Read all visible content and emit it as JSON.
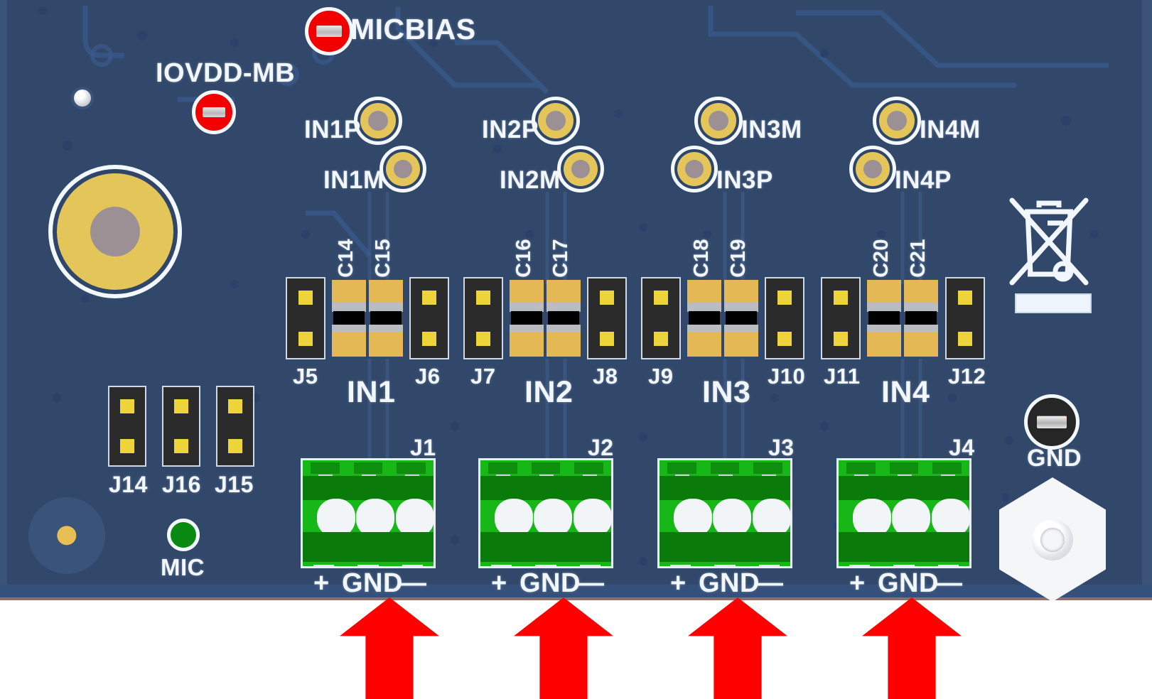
{
  "board": {
    "name": "audio-input-pcb",
    "background_color": "#31486b",
    "silkscreen_color": "#f2f7ff"
  },
  "jumpers_top": [
    {
      "name": "MICBIAS",
      "label": "MICBIAS",
      "state": "installed",
      "color": "#f20000"
    },
    {
      "name": "IOVDD-MB",
      "label": "IOVDD-MB",
      "state": "installed",
      "color": "#f20000"
    }
  ],
  "test_points": [
    {
      "label": "IN1P",
      "side": "left"
    },
    {
      "label": "IN1M",
      "side": "left"
    },
    {
      "label": "IN2P",
      "side": "left"
    },
    {
      "label": "IN2M",
      "side": "left"
    },
    {
      "label": "IN3M",
      "side": "right"
    },
    {
      "label": "IN3P",
      "side": "right"
    },
    {
      "label": "IN4M",
      "side": "right"
    },
    {
      "label": "IN4P",
      "side": "right"
    }
  ],
  "channels": [
    {
      "name": "IN1",
      "label": "IN1",
      "header_left": "J5",
      "header_right": "J6",
      "caps": [
        "C14",
        "C15"
      ],
      "terminal": "J1"
    },
    {
      "name": "IN2",
      "label": "IN2",
      "header_left": "J7",
      "header_right": "J8",
      "caps": [
        "C16",
        "C17"
      ],
      "terminal": "J2"
    },
    {
      "name": "IN3",
      "label": "IN3",
      "header_left": "J9",
      "header_right": "J10",
      "caps": [
        "C18",
        "C19"
      ],
      "terminal": "J3"
    },
    {
      "name": "IN4",
      "label": "IN4",
      "header_left": "J11",
      "header_right": "J12",
      "caps": [
        "C20",
        "C21"
      ],
      "terminal": "J4"
    }
  ],
  "terminal_pin_labels": {
    "positive": "+",
    "ground": "GND",
    "negative": "—"
  },
  "left_headers": [
    {
      "label": "J14"
    },
    {
      "label": "J16"
    },
    {
      "label": "J15"
    }
  ],
  "mic_jumper": {
    "label": "MIC",
    "state": "installed",
    "color": "#0a8a12"
  },
  "gnd_jumper": {
    "label": "GND",
    "state": "installed",
    "color": "#262626"
  },
  "symbols": [
    {
      "name": "weee-crossed-out-wheelie-bin",
      "description": "crossed-out wheelie bin"
    },
    {
      "name": "silkscreen-white-bar",
      "description": "white silkscreen label bar"
    }
  ],
  "annotations": {
    "arrow_count": 4,
    "arrow_color": "#fe0000",
    "arrow_direction": "up",
    "points_to": [
      "J1",
      "J2",
      "J3",
      "J4"
    ]
  }
}
